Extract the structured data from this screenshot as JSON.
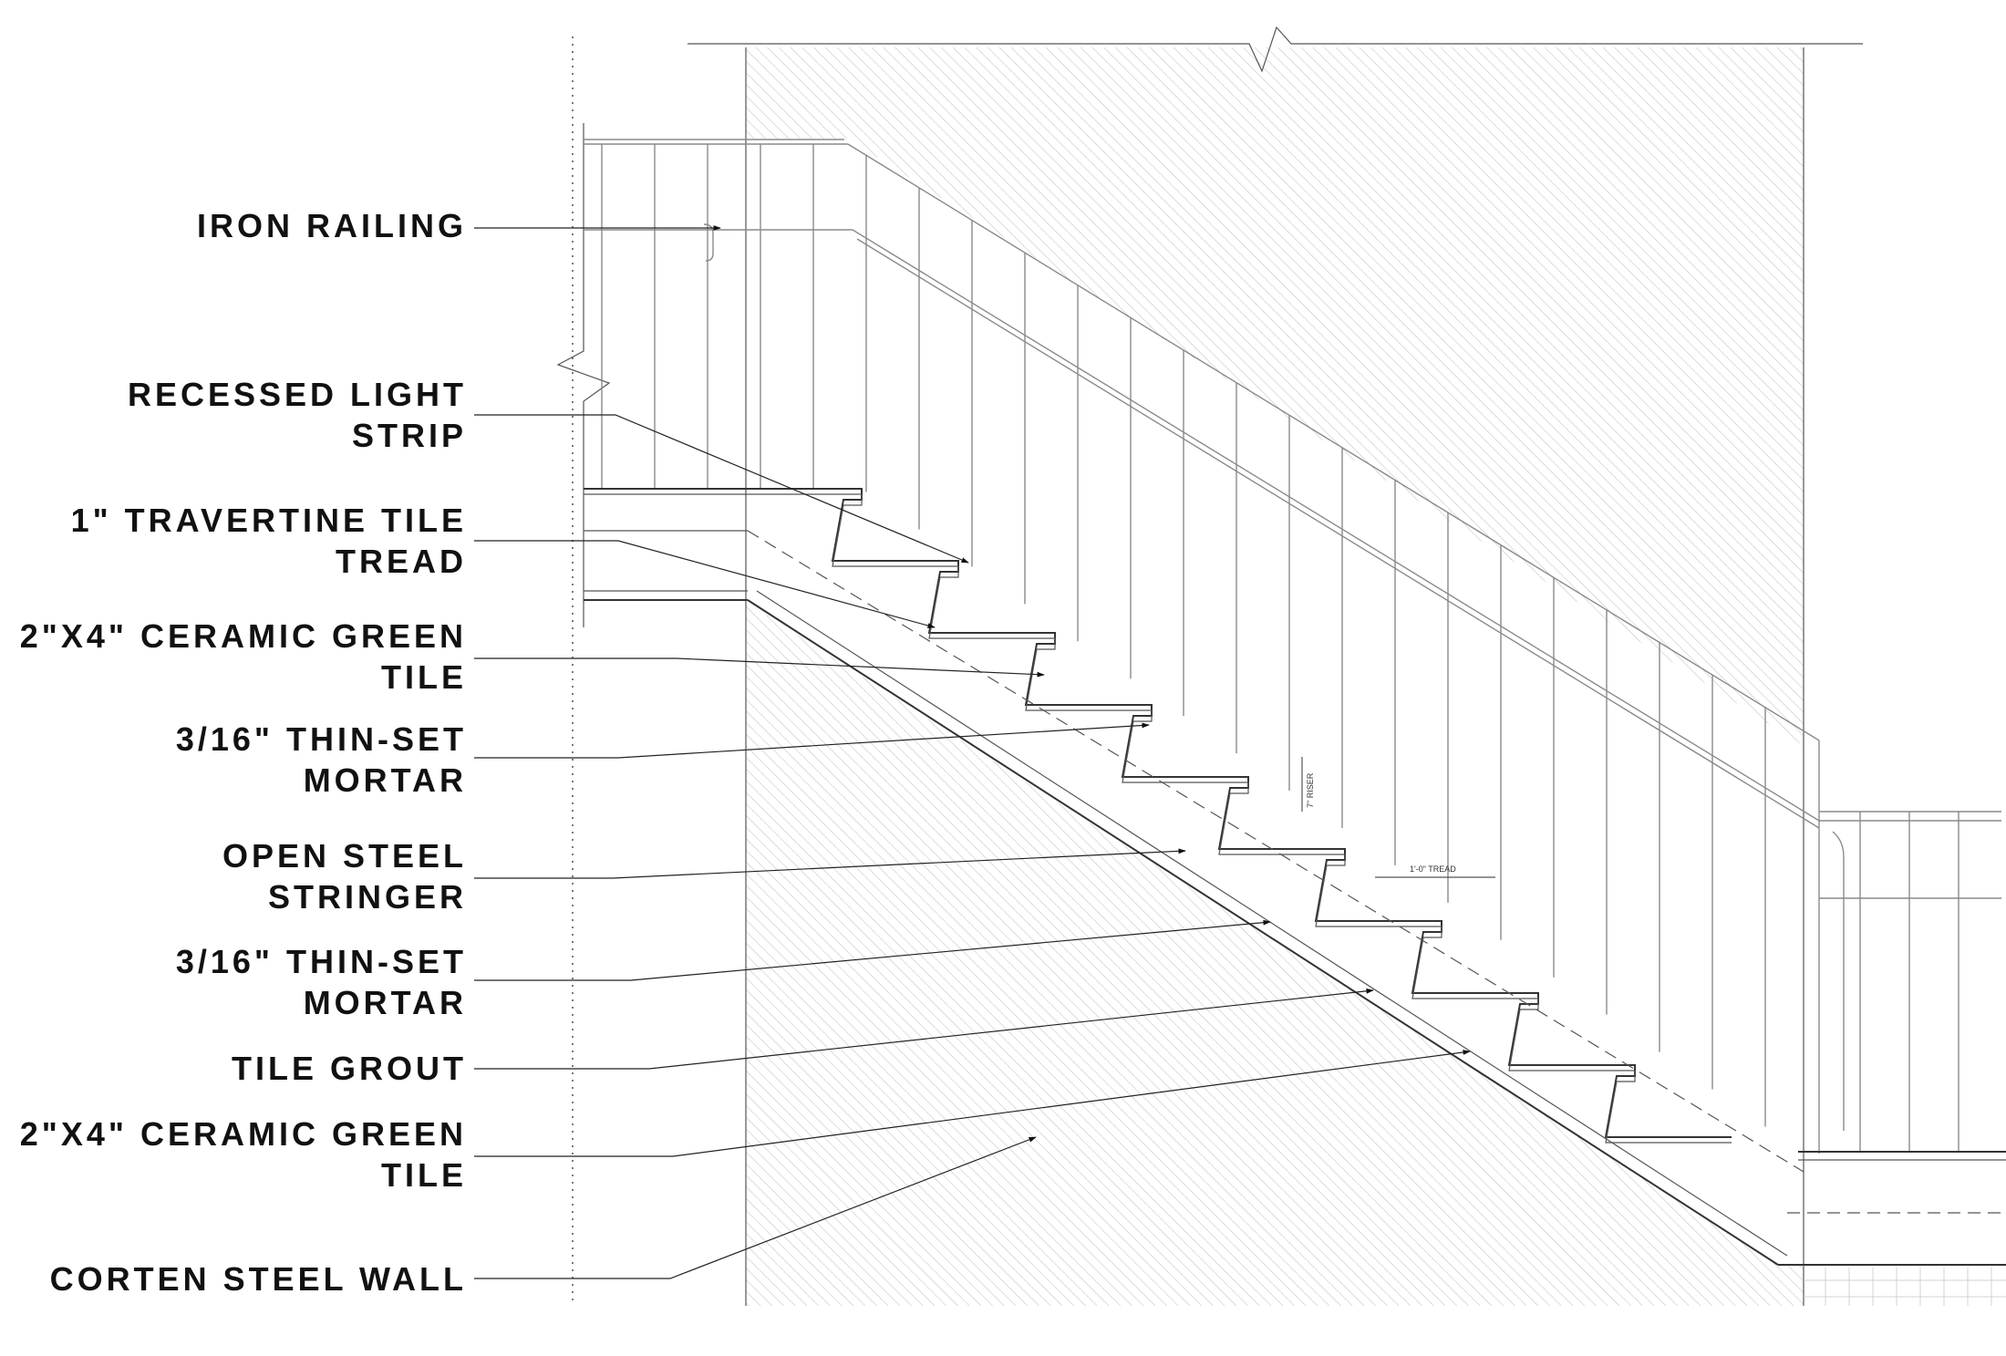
{
  "callouts": [
    {
      "id": "iron-railing",
      "lines": [
        "IRON RAILING"
      ]
    },
    {
      "id": "recessed-light-strip",
      "lines": [
        "RECESSED LIGHT",
        "STRIP"
      ]
    },
    {
      "id": "travertine-tile-tread",
      "lines": [
        "1\" TRAVERTINE TILE",
        "TREAD"
      ]
    },
    {
      "id": "ceramic-green-tile-1",
      "lines": [
        "2\"X4\" CERAMIC GREEN",
        "TILE"
      ]
    },
    {
      "id": "thin-set-mortar-1",
      "lines": [
        "3/16\" THIN-SET",
        "MORTAR"
      ]
    },
    {
      "id": "open-steel-stringer",
      "lines": [
        "OPEN STEEL",
        "STRINGER"
      ]
    },
    {
      "id": "thin-set-mortar-2",
      "lines": [
        "3/16\" THIN-SET",
        "MORTAR"
      ]
    },
    {
      "id": "tile-grout",
      "lines": [
        "TILE GROUT"
      ]
    },
    {
      "id": "ceramic-green-tile-2",
      "lines": [
        "2\"X4\" CERAMIC GREEN",
        "TILE"
      ]
    },
    {
      "id": "corten-steel-wall",
      "lines": [
        "CORTEN STEEL WALL"
      ]
    }
  ],
  "dimensions": {
    "riser": "7\" RISER",
    "tread": "1'-0\" TREAD"
  }
}
